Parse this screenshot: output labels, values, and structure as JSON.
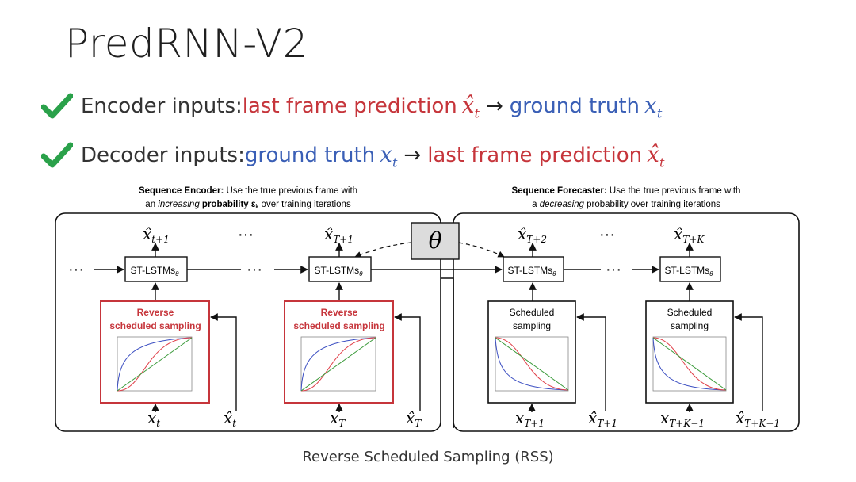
{
  "title": "PredRNN-V2",
  "bullets": [
    {
      "prefix": "Encoder inputs: ",
      "part1": "last frame prediction",
      "sym1": "x̂",
      "sub1": "t",
      "part2": "ground truth",
      "sym2": "x",
      "sub2": "t"
    },
    {
      "prefix": "Decoder inputs: ",
      "part1": "ground truth",
      "sym1": "x",
      "sub1": "t",
      "part2": "last frame prediction",
      "sym2": "x̂",
      "sub2": "t"
    }
  ],
  "encoder": {
    "head_bold": "Sequence Encoder:",
    "head_rest": " Use the true previous frame with",
    "line2_a": "an ",
    "line2_em": "increasing",
    "line2_b": " probability ε",
    "line2_sub": "k",
    "line2_c": " over training iterations",
    "cell_label": "ST-LSTMs",
    "cell_sub": "θ",
    "rss_line1": "Reverse",
    "rss_line2": "scheduled sampling",
    "out1": "x̂",
    "out1_sub": "t+1",
    "out2": "x̂",
    "out2_sub": "T+1",
    "in1": "x",
    "in1_sub": "t",
    "in1b": "x̂",
    "in1b_sub": "t",
    "in2": "x",
    "in2_sub": "T",
    "in2b": "x̂",
    "in2b_sub": "T"
  },
  "forecaster": {
    "head_bold": "Sequence Forecaster:",
    "head_rest": " Use the true previous frame with",
    "line2_a": "a ",
    "line2_em": "decreasing",
    "line2_b": " probability over training iterations",
    "cell_label": "ST-LSTMs",
    "cell_sub": "θ",
    "ss_line1": "Scheduled",
    "ss_line2": "sampling",
    "out1": "x̂",
    "out1_sub": "T+2",
    "out2": "x̂",
    "out2_sub": "T+K",
    "in1": "x",
    "in1_sub": "T+1",
    "in1b": "x̂",
    "in1b_sub": "T+1",
    "in2": "x",
    "in2_sub": "T+K−1",
    "in2b": "x̂",
    "in2b_sub": "T+K−1"
  },
  "theta": "θ",
  "ellipsis": "···",
  "caption": "Reverse Scheduled Sampling (RSS)",
  "colors": {
    "red": "#c6353b",
    "blue": "#3a5fb6",
    "green": "#2aa14a",
    "curve_blue": "#3c4fc2",
    "curve_red": "#e0404a",
    "curve_green": "#3a9a3a"
  }
}
